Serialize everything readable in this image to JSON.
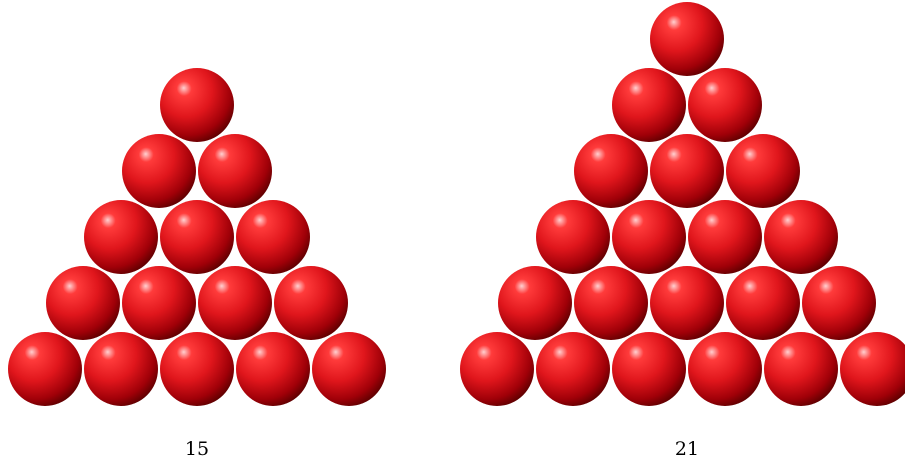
{
  "figures": [
    {
      "rows": 5,
      "label": "15"
    },
    {
      "rows": 6,
      "label": "21"
    }
  ],
  "colors": {
    "highlight": "#ffd0d0",
    "light": "#ff3b3b",
    "base": "#e0161c",
    "dark": "#a00008",
    "edge": "#5c0000"
  }
}
